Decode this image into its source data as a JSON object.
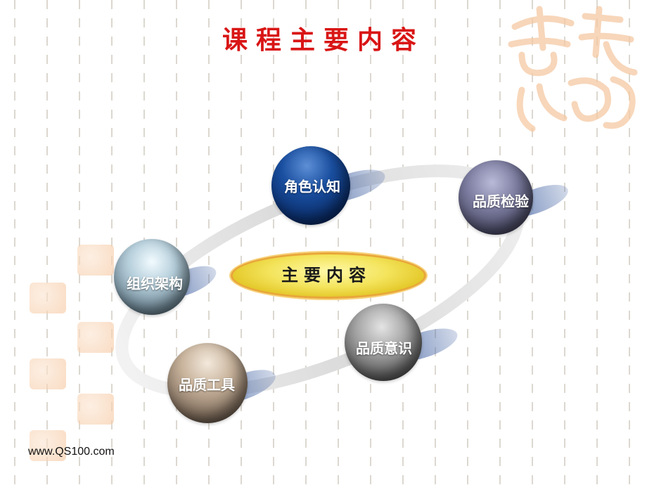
{
  "title": "课程主要内容",
  "center": {
    "label": "主要内容"
  },
  "nodes": [
    {
      "id": "role",
      "label": "角色认知",
      "color": "#0d3f8c"
    },
    {
      "id": "inspection",
      "label": "品质检验",
      "color": "#5a5a7a"
    },
    {
      "id": "org",
      "label": "组织架构",
      "color": "#9fb6c4"
    },
    {
      "id": "awareness",
      "label": "品质意识",
      "color": "#5f5f5f"
    },
    {
      "id": "tools",
      "label": "品质工具",
      "color": "#8a7a6a"
    }
  ],
  "footer": {
    "url": "www.QS100.com"
  },
  "colors": {
    "title": "#d91515",
    "ring": "#e6e6e6",
    "pill": "#f3e35a"
  }
}
